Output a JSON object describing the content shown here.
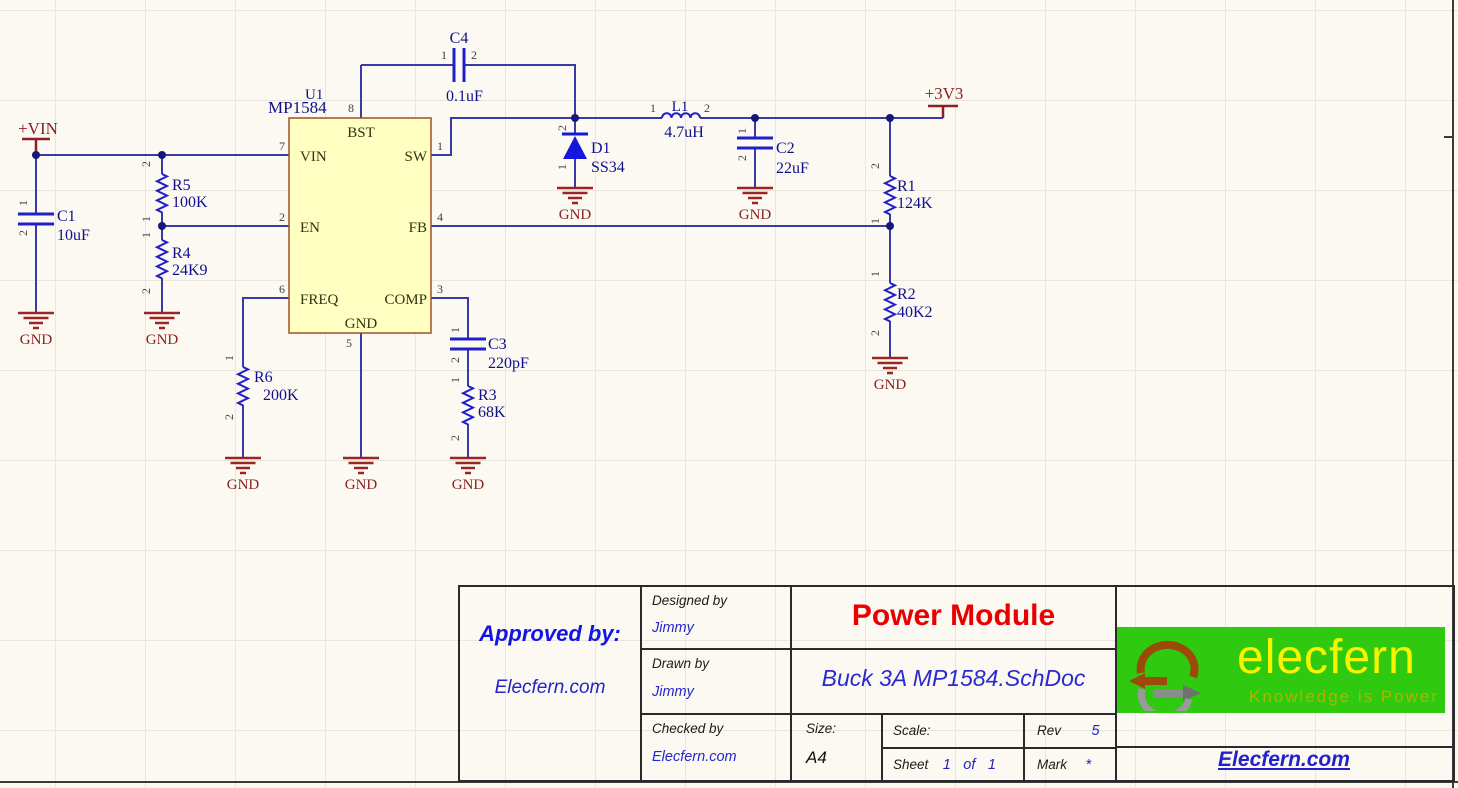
{
  "schematic": {
    "nets": {
      "vin": "+VIN",
      "vout": "+3V3",
      "gnd": "GND"
    },
    "pins": {
      "p1": "1",
      "p2": "2"
    },
    "ic": {
      "ref": "U1",
      "part": "MP1584",
      "pins": {
        "bst": {
          "num": "8",
          "name": "BST"
        },
        "vin": {
          "num": "7",
          "name": "VIN"
        },
        "en": {
          "num": "2",
          "name": "EN"
        },
        "freq": {
          "num": "6",
          "name": "FREQ"
        },
        "sw": {
          "num": "1",
          "name": "SW"
        },
        "fb": {
          "num": "4",
          "name": "FB"
        },
        "comp": {
          "num": "3",
          "name": "COMP"
        },
        "gnd": {
          "num": "5",
          "name": "GND"
        }
      }
    },
    "components": {
      "c1": {
        "ref": "C1",
        "value": "10uF"
      },
      "r5": {
        "ref": "R5",
        "value": "100K"
      },
      "r4": {
        "ref": "R4",
        "value": "24K9"
      },
      "c4": {
        "ref": "C4",
        "value": "0.1uF"
      },
      "d1": {
        "ref": "D1",
        "value": "SS34"
      },
      "l1": {
        "ref": "L1",
        "value": "4.7uH"
      },
      "c2": {
        "ref": "C2",
        "value": "22uF"
      },
      "r1": {
        "ref": "R1",
        "value": "124K"
      },
      "r2": {
        "ref": "R2",
        "value": "40K2"
      },
      "r6": {
        "ref": "R6",
        "value": "200K"
      },
      "c3": {
        "ref": "C3",
        "value": "220pF"
      },
      "r3": {
        "ref": "R3",
        "value": "68K"
      }
    }
  },
  "title_block": {
    "approved_by_label": "Approved by:",
    "approved_by_value": "Elecfern.com",
    "designed_by_label": "Designed by",
    "designed_by_value": "Jimmy",
    "drawn_by_label": "Drawn by",
    "drawn_by_value": "Jimmy",
    "checked_by_label": "Checked by",
    "checked_by_value": "Elecfern.com",
    "title": "Power Module",
    "document": "Buck 3A MP1584.SchDoc",
    "size_label": "Size:",
    "size_value": "A4",
    "scale_label": "Scale:",
    "sheet_label": "Sheet",
    "sheet_num": "1",
    "sheet_of": "of",
    "sheet_total": "1",
    "rev_label": "Rev",
    "rev_value": "5",
    "mark_label": "Mark",
    "mark_value": "*",
    "website": "Elecfern.com"
  },
  "logo": {
    "name": "elecfern",
    "tagline": "Knowledge is Power",
    "bg_color": "#2fc90f",
    "name_color": "#f7f400",
    "tagline_color": "#b5b000"
  },
  "colors": {
    "wire": "#3939a8",
    "component": "#2020c8",
    "junction": "#17177a",
    "designator_text": "#10108c",
    "gnd": "#8b2020",
    "power": "#8b2020",
    "ic_fill": "#ffffc2",
    "ic_border": "#9f4f28",
    "title_red": "#ea0000",
    "title_blue": "#2a2ad0"
  }
}
